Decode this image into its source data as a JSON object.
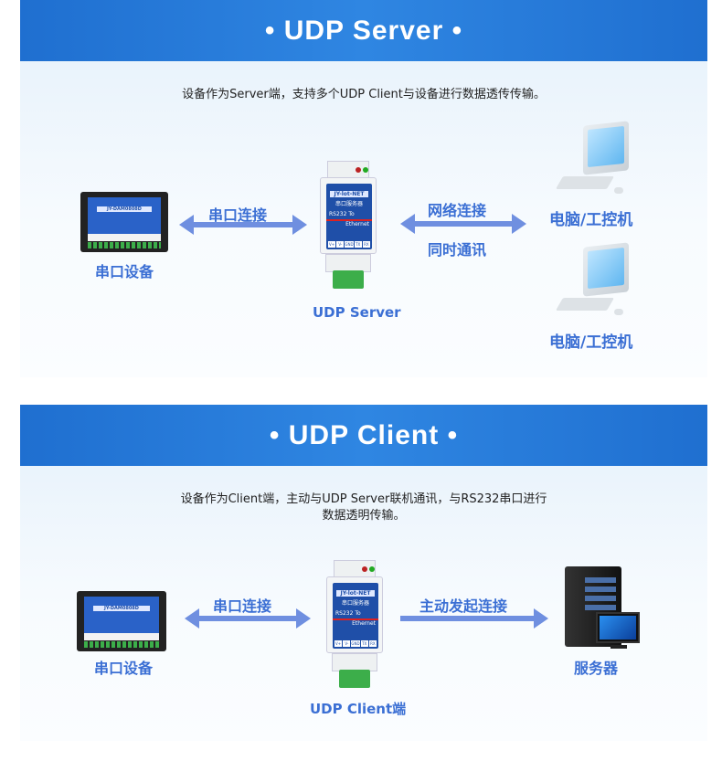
{
  "server_section": {
    "title": "• UDP Server •",
    "description": "设备作为Server端，支持多个UDP Client与设备进行数据透传传输。",
    "serial_device_label": "串口设备",
    "serial_link_label": "串口连接",
    "network_link_label": "网络连接",
    "simultaneous_label": "同时通讯",
    "pc_label_1": "电脑/工控机",
    "pc_label_2": "电脑/工控机",
    "device_label": "UDP Server"
  },
  "client_section": {
    "title": "• UDP Client •",
    "description_line1": "设备作为Client端，主动与UDP Server联机通讯，与RS232串口进行",
    "description_line2": "数据透明传输。",
    "serial_device_label": "串口设备",
    "serial_link_label": "串口连接",
    "active_link_label": "主动发起连接",
    "server_label": "服务器",
    "device_label": "UDP Client端"
  },
  "device_print": {
    "brand": "JY-lot-NET",
    "name": "串口服务器",
    "rs": "RS232 To",
    "eth": "Ethernet",
    "pins": [
      "V+",
      "V-",
      "GND",
      "TX",
      "RX"
    ],
    "module_brand": "JY-DAM0808D"
  },
  "colors": {
    "header": "#2479d8",
    "label": "#3b6fd4",
    "arrow": "#6f8fe0"
  }
}
